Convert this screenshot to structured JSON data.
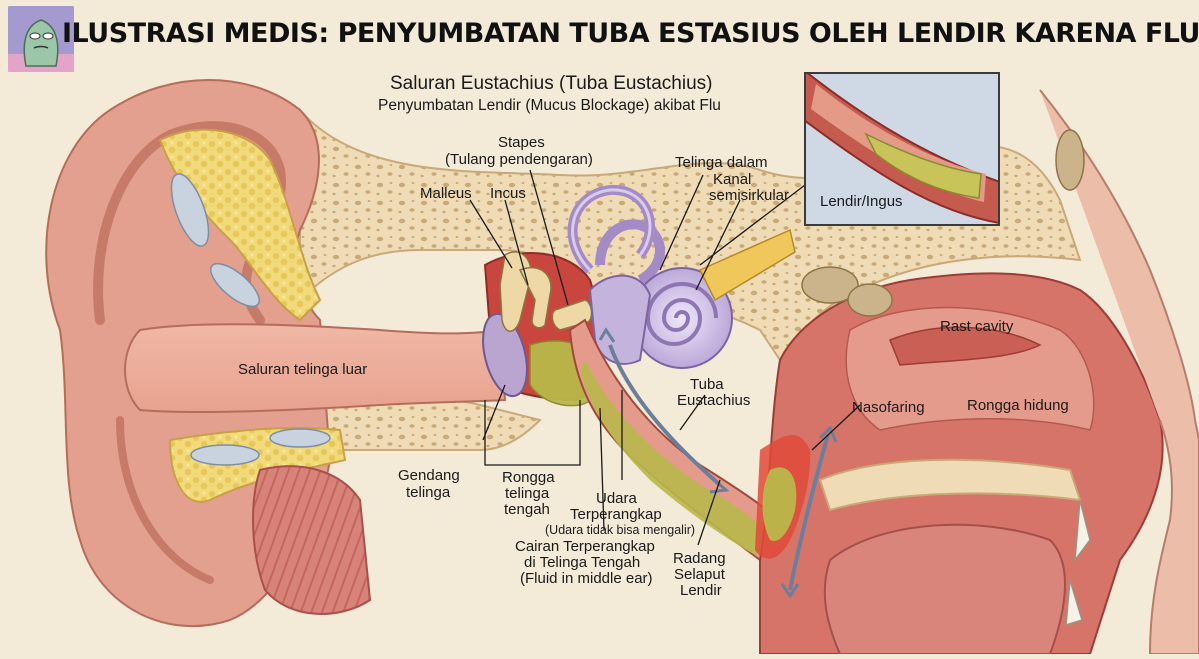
{
  "title": "ILUSTRASI MEDIS: PENYUMBATAN TUBA ESTASIUS OLEH LENDIR  KARENA FLU",
  "header": {
    "line1": "Saluran Eustachius (Tuba Eustachius)",
    "line2": "Penyumbatan Lendir (Mucus Blockage) akibat Flu"
  },
  "inset": {
    "label": "Lendir/Ingus"
  },
  "labels": {
    "stapes_1": "Stapes",
    "stapes_2": "(Tulang pendengaran)",
    "malleus": "Malleus",
    "incus": "Incus",
    "telinga_dalam": "Telinga dalam",
    "kanal_1": "Kanal",
    "kanal_2": "semisirkular",
    "saluran_telinga_luar": "Saluran telinga luar",
    "tuba_1": "Tuba",
    "tuba_2": "Eustachius",
    "gendang_1": "Gendang",
    "gendang_2": "telinga",
    "rongga_1": "Rongga",
    "rongga_2": "telinga",
    "rongga_3": "tengah",
    "udara_1": "Udara",
    "udara_2": "Terperangkap",
    "udara_3": "(Udara tidak bisa mengalir)",
    "cairan_1": "Cairan Terperangkap",
    "cairan_2": "di Telinga Tengah",
    "cairan_3": "(Fluid in middle ear)",
    "radang_1": "Radang",
    "radang_2": "Selaput",
    "radang_3": "Lendir",
    "nasofaring": "Nasofaring",
    "rongga_hidung": "Rongga hidung",
    "nasal_cavity": "Rast cavity"
  },
  "colors": {
    "skin": "#e3a08e",
    "bone": "#f1dfba",
    "mucus": "#b8b84a",
    "inflammation": "#d9483a",
    "cochlea": "#c4b3dc",
    "background": "#f3ead8"
  }
}
